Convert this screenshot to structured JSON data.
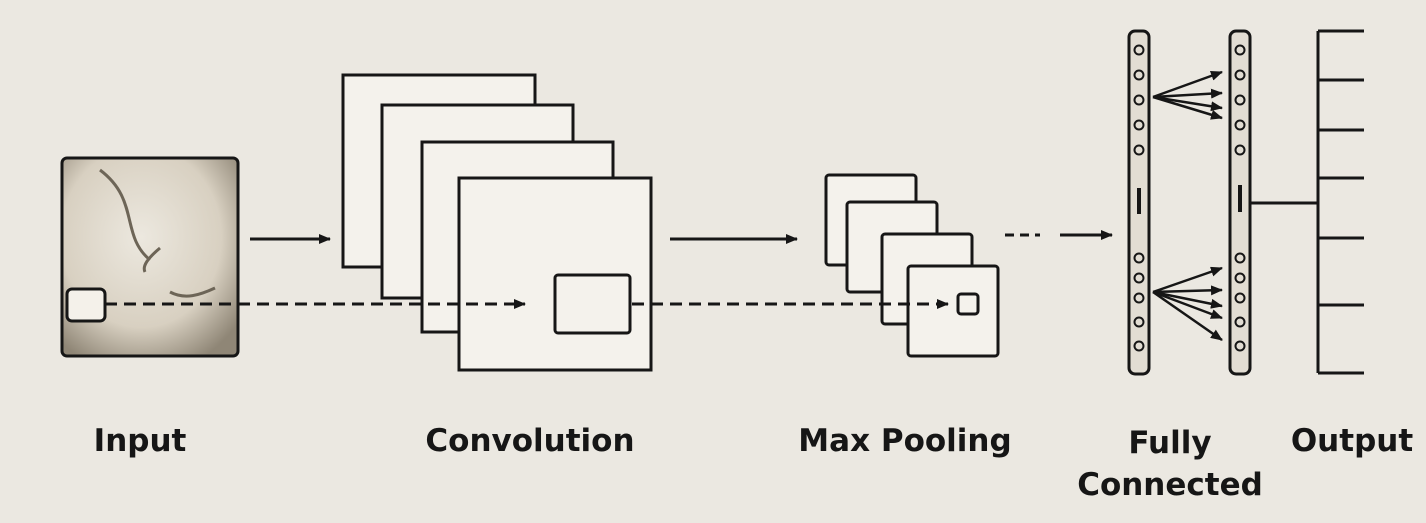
{
  "labels": {
    "input": "Input",
    "convolution": "Convolution",
    "max_pooling": "Max Pooling",
    "fully_connected_line1": "Fully",
    "fully_connected_line2": "Connected",
    "output": "Output"
  },
  "colors": {
    "background": "#ebe8e1",
    "ink": "#161616",
    "input_fill": "#d9d2c4",
    "column_fill": "#e2ddd3"
  }
}
